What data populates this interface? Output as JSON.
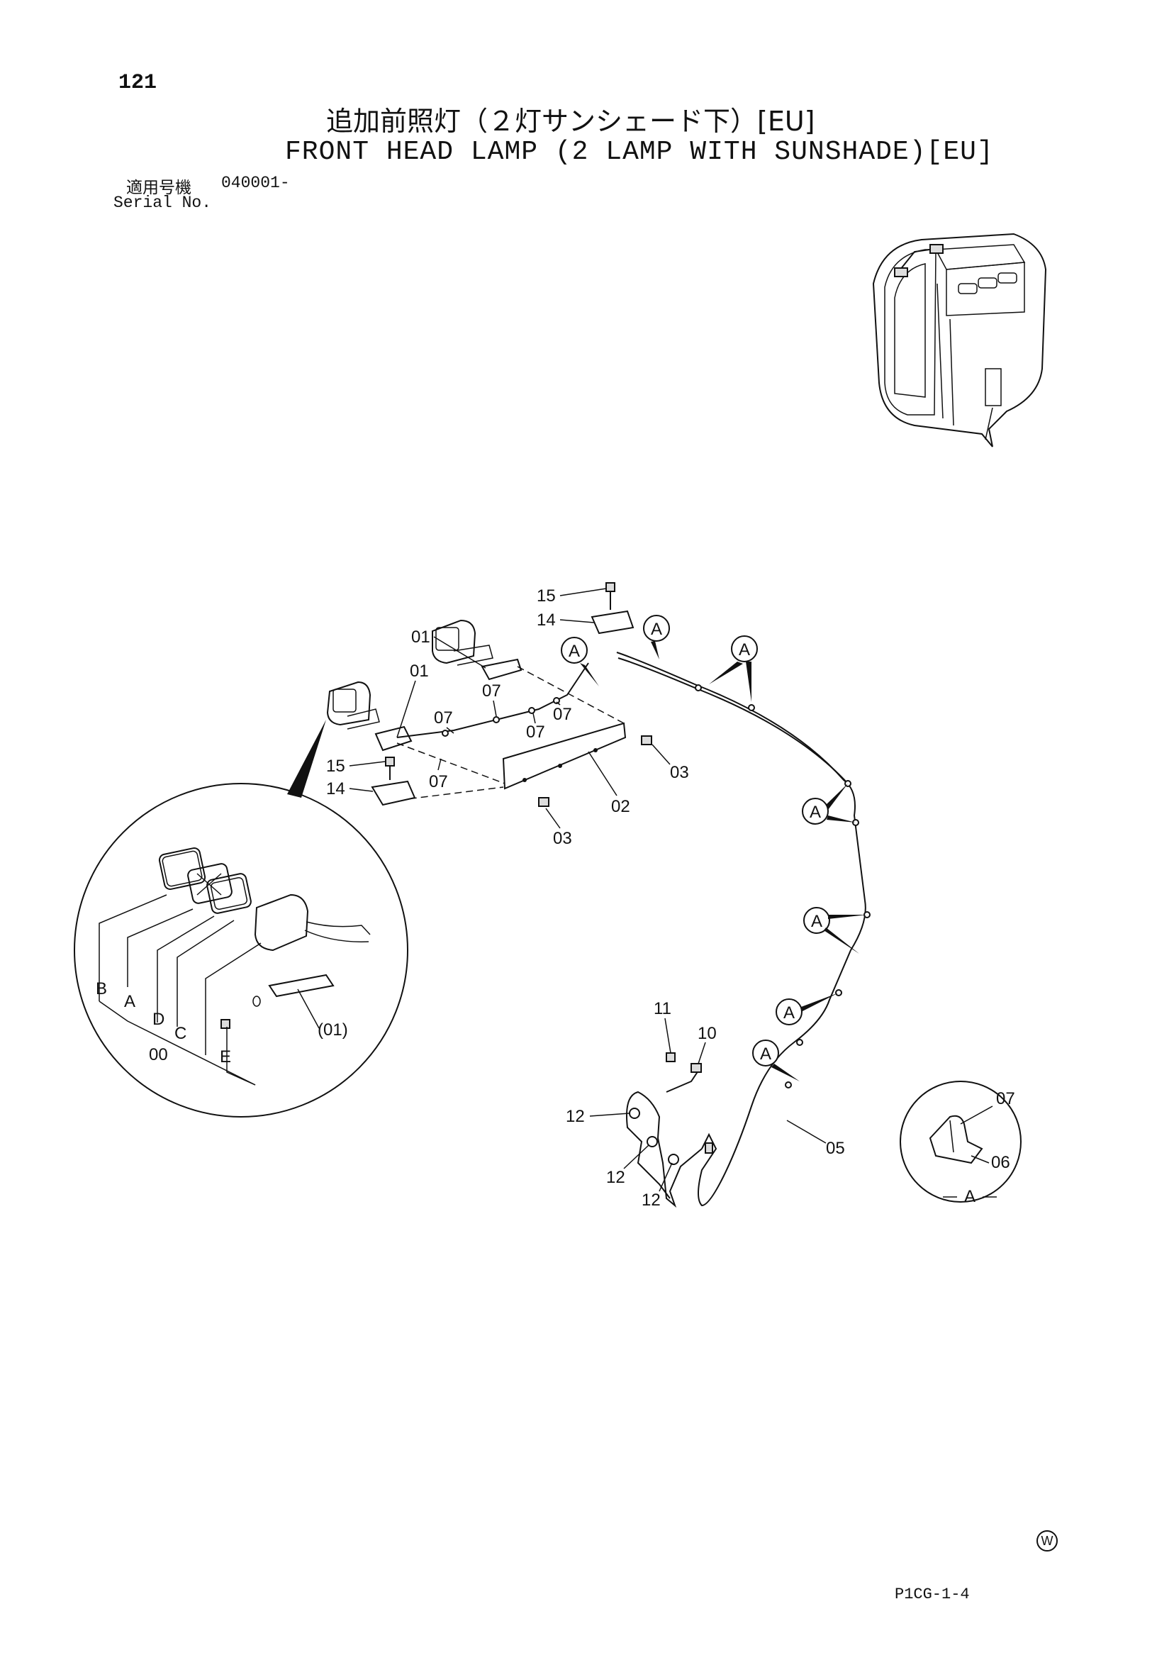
{
  "page_number": "121",
  "title_jp": "追加前照灯（２灯サンシェード下）[EU]",
  "title_en": "FRONT HEAD LAMP (2 LAMP WITH SUNSHADE)[EU]",
  "serial": {
    "label_jp": "適用号機",
    "value": "040001-",
    "label_en": "Serial No."
  },
  "page_code": "P1CG-1-4",
  "watermark_symbol": "W",
  "callouts": {
    "c15a": "15",
    "c14a": "14",
    "c01a": "01",
    "c01b": "01",
    "c07a": "07",
    "c07b": "07",
    "c07c": "07",
    "c07d": "07",
    "c07e": "07",
    "c15b": "15",
    "c14b": "14",
    "c03a": "03",
    "c03b": "03",
    "c02": "02",
    "c05": "05",
    "c10": "10",
    "c11": "11",
    "c12a": "12",
    "c12b": "12",
    "c12c": "12",
    "c07f": "07",
    "c06": "06",
    "detail_a_label": "A"
  },
  "view_markers": [
    "A",
    "A",
    "A",
    "A",
    "A",
    "A",
    "A"
  ],
  "detail_letters": {
    "b": "B",
    "a": "A",
    "d": "D",
    "c": "C",
    "e": "E",
    "zero": "00",
    "p01": "(01)"
  }
}
